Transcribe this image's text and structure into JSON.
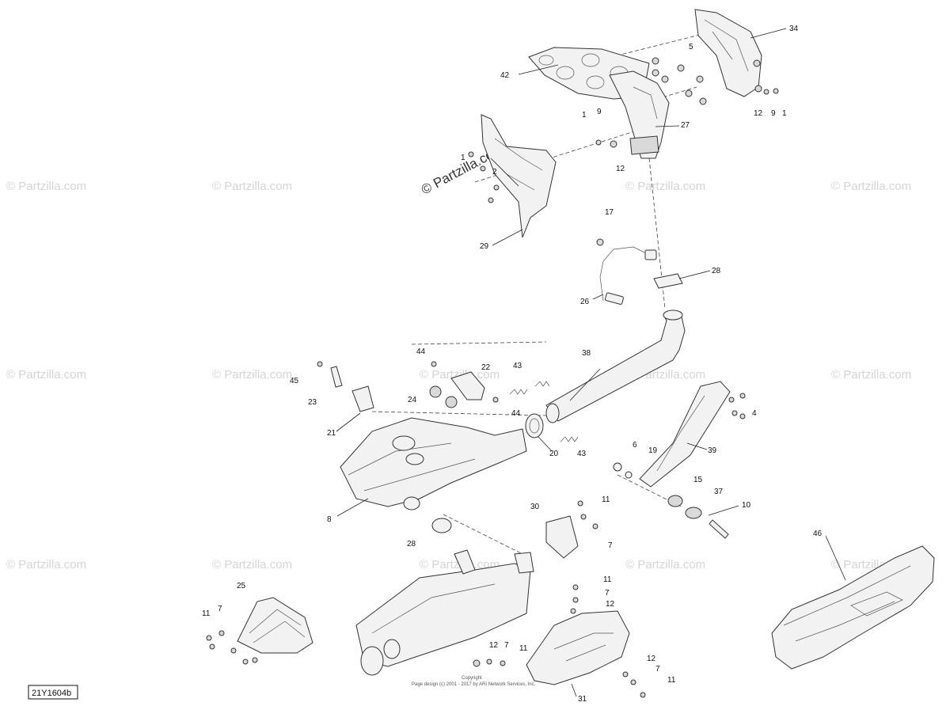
{
  "diagram": {
    "id_label": "21Y1604b",
    "watermark_text": "© Partzilla.com",
    "watermark_main": "© Partzilla.com",
    "footer_copyright": "Copyright",
    "footer_design": "Page design (c) 2001 - 2017 by ARI Network Services, Inc.",
    "callouts": [
      {
        "id": "c34",
        "text": "34"
      },
      {
        "id": "c5",
        "text": "5"
      },
      {
        "id": "c42",
        "text": "42"
      },
      {
        "id": "c12a",
        "text": "12"
      },
      {
        "id": "c9a",
        "text": "9"
      },
      {
        "id": "c1a",
        "text": "1"
      },
      {
        "id": "c1b",
        "text": "1"
      },
      {
        "id": "c9b",
        "text": "9"
      },
      {
        "id": "c27",
        "text": "27"
      },
      {
        "id": "c12b",
        "text": "12"
      },
      {
        "id": "c1c",
        "text": "1"
      },
      {
        "id": "c2",
        "text": "2"
      },
      {
        "id": "c29",
        "text": "29"
      },
      {
        "id": "c17",
        "text": "17"
      },
      {
        "id": "c28a",
        "text": "28"
      },
      {
        "id": "c26",
        "text": "26"
      },
      {
        "id": "c44a",
        "text": "44"
      },
      {
        "id": "c22",
        "text": "22"
      },
      {
        "id": "c43a",
        "text": "43"
      },
      {
        "id": "c38",
        "text": "38"
      },
      {
        "id": "c45",
        "text": "45"
      },
      {
        "id": "c23",
        "text": "23"
      },
      {
        "id": "c24",
        "text": "24"
      },
      {
        "id": "c44b",
        "text": "44"
      },
      {
        "id": "c4",
        "text": "4"
      },
      {
        "id": "c21",
        "text": "21"
      },
      {
        "id": "c20",
        "text": "20"
      },
      {
        "id": "c43b",
        "text": "43"
      },
      {
        "id": "c6",
        "text": "6"
      },
      {
        "id": "c19",
        "text": "19"
      },
      {
        "id": "c39",
        "text": "39"
      },
      {
        "id": "c15",
        "text": "15"
      },
      {
        "id": "c37",
        "text": "37"
      },
      {
        "id": "c8",
        "text": "8"
      },
      {
        "id": "c30",
        "text": "30"
      },
      {
        "id": "c11a",
        "text": "11"
      },
      {
        "id": "c10",
        "text": "10"
      },
      {
        "id": "c7a",
        "text": "7"
      },
      {
        "id": "c28b",
        "text": "28"
      },
      {
        "id": "c46",
        "text": "46"
      },
      {
        "id": "c25",
        "text": "25"
      },
      {
        "id": "c11b",
        "text": "11"
      },
      {
        "id": "c7b",
        "text": "7"
      },
      {
        "id": "c11c",
        "text": "11"
      },
      {
        "id": "c7c",
        "text": "7"
      },
      {
        "id": "c12c",
        "text": "12"
      },
      {
        "id": "c12d",
        "text": "12"
      },
      {
        "id": "c7d",
        "text": "7"
      },
      {
        "id": "c11d",
        "text": "11"
      },
      {
        "id": "c12e",
        "text": "12"
      },
      {
        "id": "c7e",
        "text": "7"
      },
      {
        "id": "c11e",
        "text": "11"
      },
      {
        "id": "c31",
        "text": "31"
      }
    ]
  }
}
